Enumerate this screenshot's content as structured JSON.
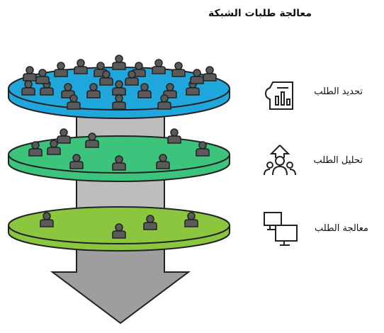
{
  "diagram": {
    "title": "معالجة طلبات الشبكة",
    "stages": [
      {
        "label": "تحديد الطلب",
        "icon": "ticket-chart-icon",
        "color": "#1fa7dd",
        "people": 24
      },
      {
        "label": "تحليل الطلب",
        "icon": "team-growth-icon",
        "color": "#3cc47c",
        "people": 9
      },
      {
        "label": "معالجة الطلب",
        "icon": "computers-icon",
        "color": "#8cc63f",
        "people": 4
      }
    ],
    "pillar_color": "#bdbdbd",
    "arrow_color": "#9e9e9e",
    "person_color": "#5a5a5a"
  }
}
